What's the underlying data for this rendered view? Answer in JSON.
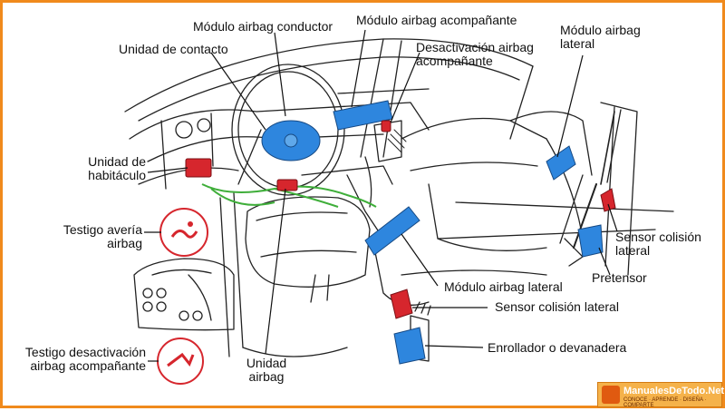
{
  "diagram": {
    "labels": {
      "modulo_conductor": "Módulo airbag conductor",
      "modulo_acompanante": "Módulo airbag acompañante",
      "unidad_contacto": "Unidad de contacto",
      "desactivacion_l1": "Desactivación airbag",
      "desactivacion_l2": "acompañante",
      "modulo_lateral_top_l1": "Módulo airbag",
      "modulo_lateral_top_l2": "lateral",
      "unidad_habitaculo_l1": "Unidad de",
      "unidad_habitaculo_l2": "habitáculo",
      "testigo_averia_l1": "Testigo avería",
      "testigo_averia_l2": "airbag",
      "sensor_colision_right_l1": "Sensor colisión",
      "sensor_colision_right_l2": "lateral",
      "pretensor": "Pretensor",
      "modulo_lateral_bottom": "Módulo airbag lateral",
      "sensor_colision_bottom": "Sensor colisión lateral",
      "testigo_desactivacion_l1": "Testigo desactivación",
      "testigo_desactivacion_l2": "airbag acompañante",
      "unidad_airbag_l1": "Unidad",
      "unidad_airbag_l2": "airbag",
      "enrollador": "Enrollador o devanadera"
    },
    "colors": {
      "airbag_blue": "#2e86de",
      "sensor_red": "#d6262d",
      "wiring_green": "#3fae3a",
      "line_black": "#111111",
      "frame_orange": "#f08a1c"
    }
  },
  "watermark": {
    "brand": "ManualesDeTodo.Net",
    "tagline": "CONOCE · APRENDE · DISEÑA · COMPARTE"
  }
}
